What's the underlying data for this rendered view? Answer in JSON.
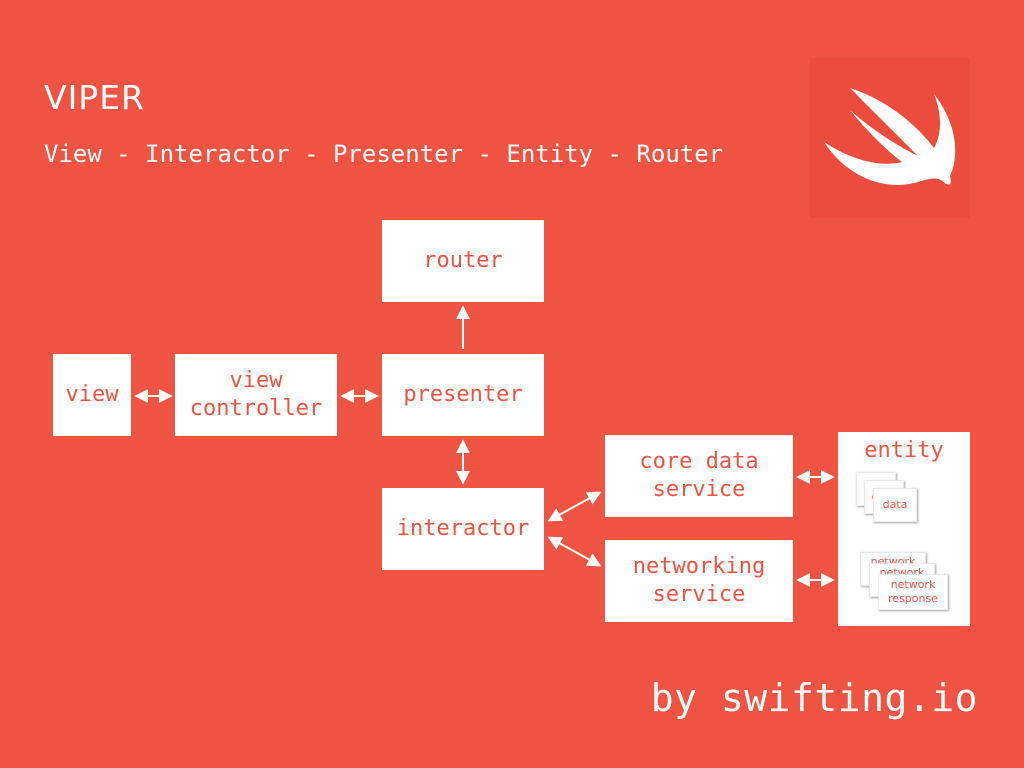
{
  "header": {
    "title": "VIPER",
    "subtitle": "View - Interactor - Presenter - Entity - Router"
  },
  "logo": {
    "icon": "swift-bird-icon"
  },
  "diagram": {
    "router": "router",
    "view": "view",
    "view_controller": "view\ncontroller",
    "presenter": "presenter",
    "interactor": "interactor",
    "core_data_service": "core data\nservice",
    "networking_service": "networking\nservice",
    "entity": {
      "label": "entity",
      "data_card": "data",
      "network_response_card": "network\nresponse"
    }
  },
  "footer": {
    "credit": "by swifting.io"
  },
  "colors": {
    "background": "#EF5342",
    "box": "#FFFFFF",
    "text_on_box": "#EF5342"
  }
}
